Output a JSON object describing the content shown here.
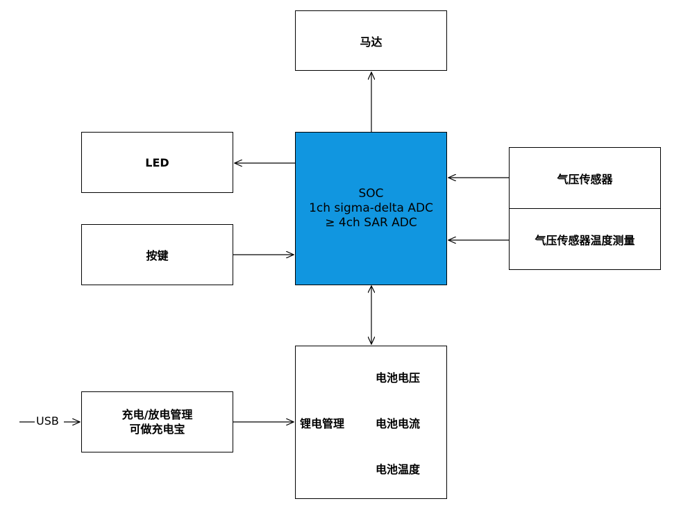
{
  "blocks": {
    "motor": "马达",
    "led": "LED",
    "button": "按键",
    "soc": {
      "line1": "SOC",
      "line2": "1ch sigma-delta ADC",
      "line3": "≥ 4ch SAR ADC"
    },
    "pressure_sensor": "气压传感器",
    "pressure_temp": "气压传感器温度测量",
    "charge_mgmt": {
      "line1": "充电/放电管理",
      "line2": "可做充电宝"
    },
    "battery_mgmt": {
      "title": "锂电管理",
      "items": [
        "电池电压",
        "电池电流",
        "电池温度"
      ]
    },
    "usb_label": "USB"
  },
  "colors": {
    "soc_fill": "#1196e0",
    "line": "#000000"
  }
}
